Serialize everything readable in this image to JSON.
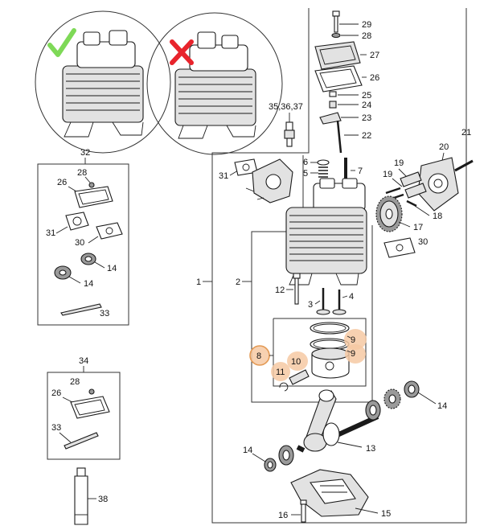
{
  "diagram": {
    "part_numbers": {
      "p1": "1",
      "p2": "2",
      "p3": "3",
      "p4": "4",
      "p5": "5",
      "p6": "6",
      "p7": "7",
      "p8": "8",
      "p9a": "9",
      "p9b": "9",
      "p10": "10",
      "p11": "11",
      "p12": "12",
      "p13": "13",
      "p14_main": "14",
      "p14_left": "14",
      "p15": "15",
      "p16": "16",
      "p17": "17",
      "p18": "18",
      "p19": "19",
      "p20": "20",
      "p21": "21",
      "p22": "22",
      "p23": "23",
      "p24": "24",
      "p25": "25",
      "p26": "26",
      "p27": "27",
      "p28": "28",
      "p29": "29",
      "p30": "30",
      "p31": "31",
      "p33": "33",
      "p35_37": "35,36,37",
      "p38": "38",
      "kit32_title": "32",
      "kit32_p28": "28",
      "kit32_p26": "26",
      "kit32_p31": "31",
      "kit32_p30": "30",
      "kit32_p14a": "14",
      "kit32_p14b": "14",
      "kit32_p33": "33",
      "kit34_title": "34",
      "kit34_p28": "28",
      "kit34_p26": "26",
      "kit34_p33": "33"
    },
    "highlighted_callouts": [
      "8",
      "9",
      "10",
      "11"
    ],
    "status_marks": {
      "correct": "checkmark-icon",
      "incorrect": "cross-icon"
    },
    "colors": {
      "line": "#1a1a1a",
      "highlight": "#f6c9a3",
      "check": "#7ed957",
      "cross": "#e8242c"
    }
  }
}
